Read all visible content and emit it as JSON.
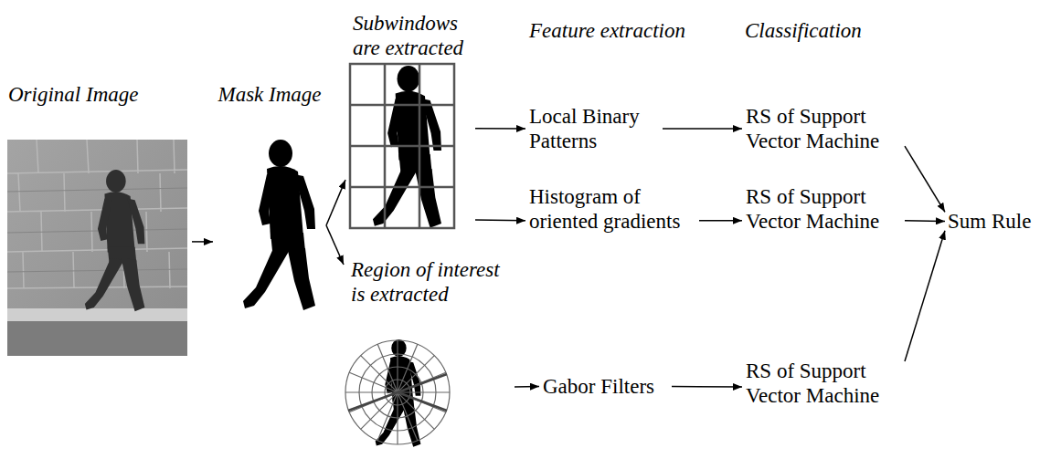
{
  "diagram": {
    "nodes": [
      {
        "text": [
          "Original Image"
        ]
      },
      {
        "text": [
          "Mask Image"
        ]
      },
      {
        "text": [
          "Subwindows are extracted"
        ]
      },
      {
        "text": [
          "Region of interest is extracted"
        ]
      },
      {
        "text": [
          "Local Binary Patterns"
        ]
      },
      {
        "text": [
          "Histogram of oriented gradients"
        ]
      },
      {
        "text": [
          "Gabor Filters"
        ]
      },
      {
        "text": [
          "RS of Support Vector Machine"
        ]
      },
      {
        "text": [
          "RS of Support Vector Machine"
        ]
      },
      {
        "text": [
          "RS of Support Vector Machine"
        ]
      },
      {
        "text": [
          "Sum Rule"
        ]
      }
    ],
    "edges": [
      {
        "from": 0,
        "to": 1,
        "arrow": "to"
      },
      {
        "from": 1,
        "to": 2,
        "arrow": "to"
      },
      {
        "from": 1,
        "to": 3,
        "arrow": "to"
      },
      {
        "from": 2,
        "to": 4,
        "arrow": "to"
      },
      {
        "from": 2,
        "to": 5,
        "arrow": "to"
      },
      {
        "from": 3,
        "to": 6,
        "arrow": "to"
      },
      {
        "from": 4,
        "to": 7,
        "arrow": "to"
      },
      {
        "from": 5,
        "to": 8,
        "arrow": "to"
      },
      {
        "from": 6,
        "to": 9,
        "arrow": "to"
      },
      {
        "from": 7,
        "to": 10,
        "arrow": "to"
      },
      {
        "from": 8,
        "to": 10,
        "arrow": "to"
      },
      {
        "from": 9,
        "to": 10,
        "arrow": "to"
      }
    ],
    "labels": [
      "Feature extraction",
      "Classification"
    ]
  }
}
